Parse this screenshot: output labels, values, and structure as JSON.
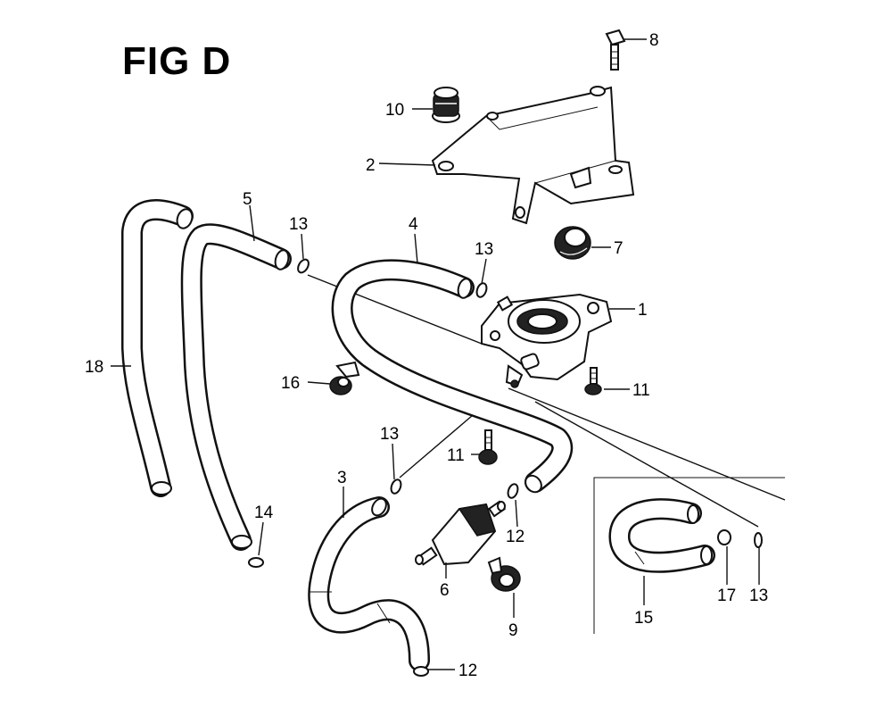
{
  "figure": {
    "title": "FIG D"
  },
  "callouts": [
    {
      "id": "c8",
      "label": "8"
    },
    {
      "id": "c10",
      "label": "10"
    },
    {
      "id": "c2",
      "label": "2"
    },
    {
      "id": "c5",
      "label": "5"
    },
    {
      "id": "c13a",
      "label": "13"
    },
    {
      "id": "c4",
      "label": "4"
    },
    {
      "id": "c13b",
      "label": "13"
    },
    {
      "id": "c7",
      "label": "7"
    },
    {
      "id": "c1",
      "label": "1"
    },
    {
      "id": "c18",
      "label": "18"
    },
    {
      "id": "c16",
      "label": "16"
    },
    {
      "id": "c11a",
      "label": "11"
    },
    {
      "id": "c13c",
      "label": "13"
    },
    {
      "id": "c11b",
      "label": "11"
    },
    {
      "id": "c3",
      "label": "3"
    },
    {
      "id": "c12a",
      "label": "12"
    },
    {
      "id": "c14",
      "label": "14"
    },
    {
      "id": "c6",
      "label": "6"
    },
    {
      "id": "c9",
      "label": "9"
    },
    {
      "id": "c15",
      "label": "15"
    },
    {
      "id": "c17",
      "label": "17"
    },
    {
      "id": "c13d",
      "label": "13"
    },
    {
      "id": "c12b",
      "label": "12"
    }
  ]
}
